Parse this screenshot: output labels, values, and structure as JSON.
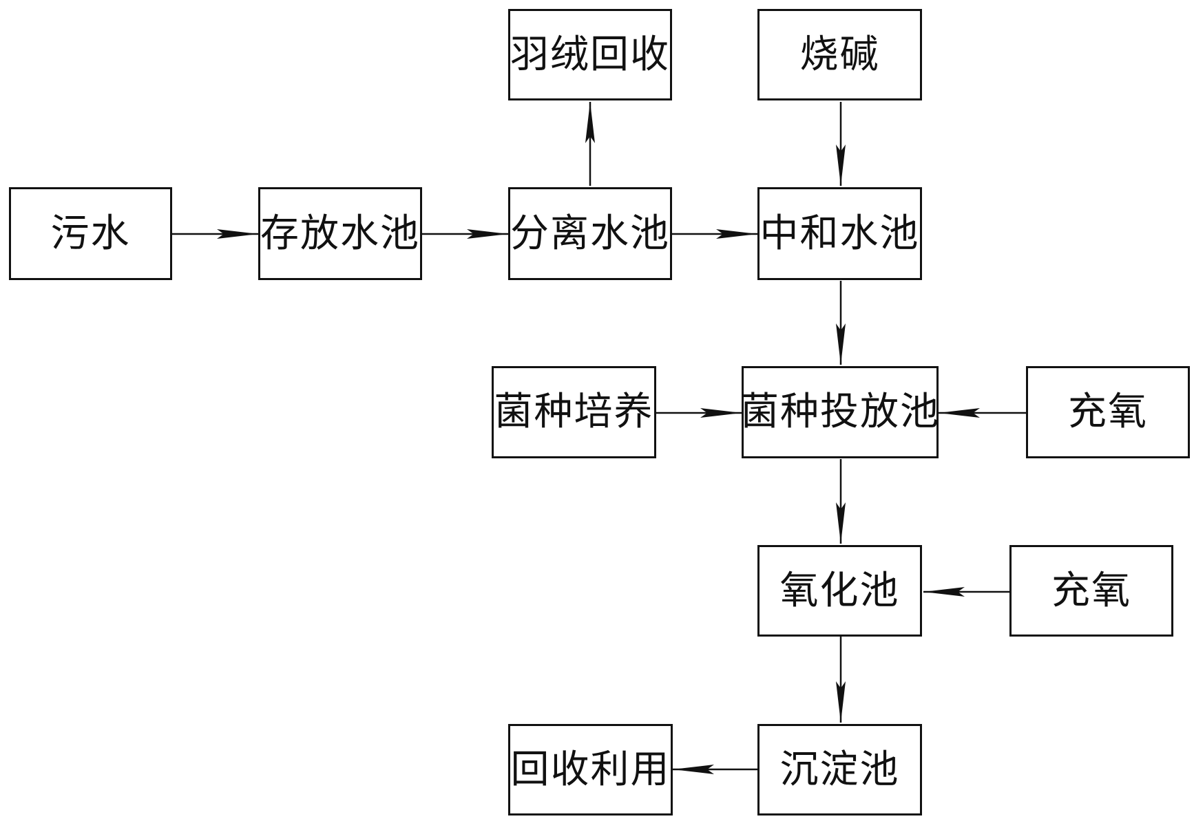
{
  "diagram": {
    "colors": {
      "line": "#111111",
      "box_border": "#111111",
      "background": "#ffffff"
    },
    "nodes": {
      "sewage": "污水",
      "storage_pool": "存放水池",
      "separation_pool": "分离水池",
      "down_recovery": "羽绒回收",
      "caustic_soda": "烧碱",
      "neutralization_pool": "中和水池",
      "culture": "菌种培养",
      "inoculation_pool": "菌种投放池",
      "oxygenation_1": "充氧",
      "oxidation_pool": "氧化池",
      "oxygenation_2": "充氧",
      "sedimentation_pool": "沉淀池",
      "recycle": "回收利用"
    },
    "edges": [
      {
        "from": "sewage",
        "to": "storage_pool"
      },
      {
        "from": "storage_pool",
        "to": "separation_pool"
      },
      {
        "from": "separation_pool",
        "to": "down_recovery"
      },
      {
        "from": "separation_pool",
        "to": "neutralization_pool"
      },
      {
        "from": "caustic_soda",
        "to": "neutralization_pool"
      },
      {
        "from": "neutralization_pool",
        "to": "inoculation_pool"
      },
      {
        "from": "culture",
        "to": "inoculation_pool"
      },
      {
        "from": "oxygenation_1",
        "to": "inoculation_pool"
      },
      {
        "from": "inoculation_pool",
        "to": "oxidation_pool"
      },
      {
        "from": "oxygenation_2",
        "to": "oxidation_pool"
      },
      {
        "from": "oxidation_pool",
        "to": "sedimentation_pool"
      },
      {
        "from": "sedimentation_pool",
        "to": "recycle"
      }
    ]
  }
}
